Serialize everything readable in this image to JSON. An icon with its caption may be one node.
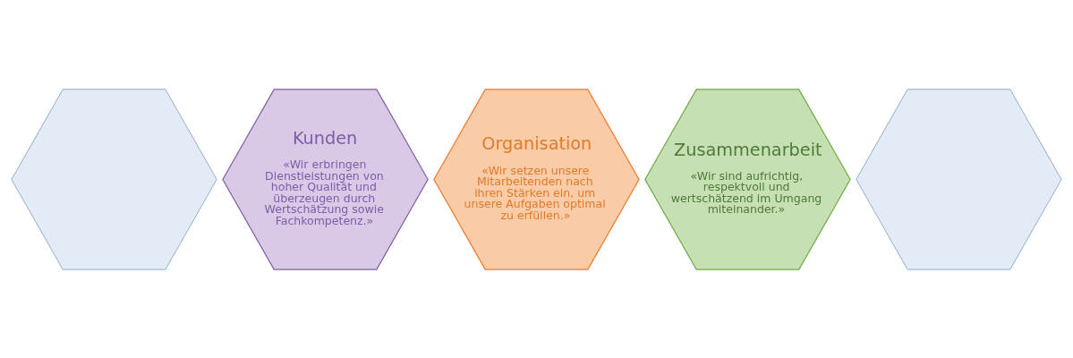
{
  "diagram": {
    "nodes": [
      {
        "text": [
          "Kunden",
          "«Wir erbringen Dienstleistungen von hoher Qualität und überzeugen durch Wertschätzung sowie Fachkompetenz.»"
        ]
      },
      {
        "text": [],
        "shape": "picture"
      },
      {
        "text": [
          "Zusammenarbeit",
          "«Wir sind aufrichtig, respektvoll und wertschätzend im Umgang miteinander.»"
        ]
      },
      {
        "text": [
          "Organisation",
          "«Wir setzen unsere Mitarbeitenden nach ihren Stärken ein, um unsere Aufgaben optimal zu erfüllen.»"
        ]
      },
      {
        "text": [],
        "shape": "picture"
      }
    ],
    "edges": []
  }
}
